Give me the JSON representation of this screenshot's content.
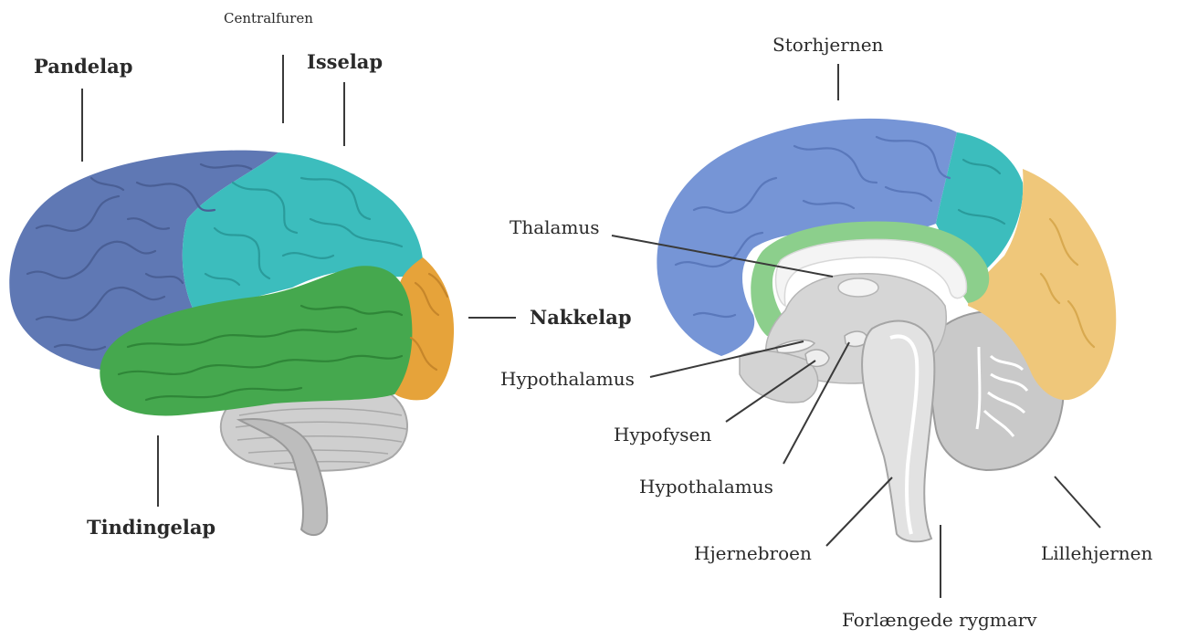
{
  "colors": {
    "frontal": "#5f78b4",
    "parietal": "#3cbdbd",
    "temporal": "#45a84e",
    "occipital": "#e6a33a",
    "cerebrum_medial": "#7695d6",
    "limbic": "#8ccf8c",
    "occipital_medial": "#efc77a",
    "gray": "#c9c9c9",
    "gray_dark": "#9c9c9c"
  },
  "lateral_view": {
    "labels": {
      "frontal": "Pandelap",
      "central_sulcus": "Centralfuren",
      "parietal": "Isselap",
      "occipital": "Nakkelap",
      "temporal": "Tindingelap"
    }
  },
  "medial_view": {
    "labels": {
      "cerebrum": "Storhjernen",
      "thalamus": "Thalamus",
      "hypothalamus_1": "Hypothalamus",
      "pituitary": "Hypofysen",
      "hypothalamus_2": "Hypothalamus",
      "pons": "Hjernebroen",
      "medulla": "Forlængede rygmarv",
      "cerebellum": "Lillehjernen"
    }
  }
}
